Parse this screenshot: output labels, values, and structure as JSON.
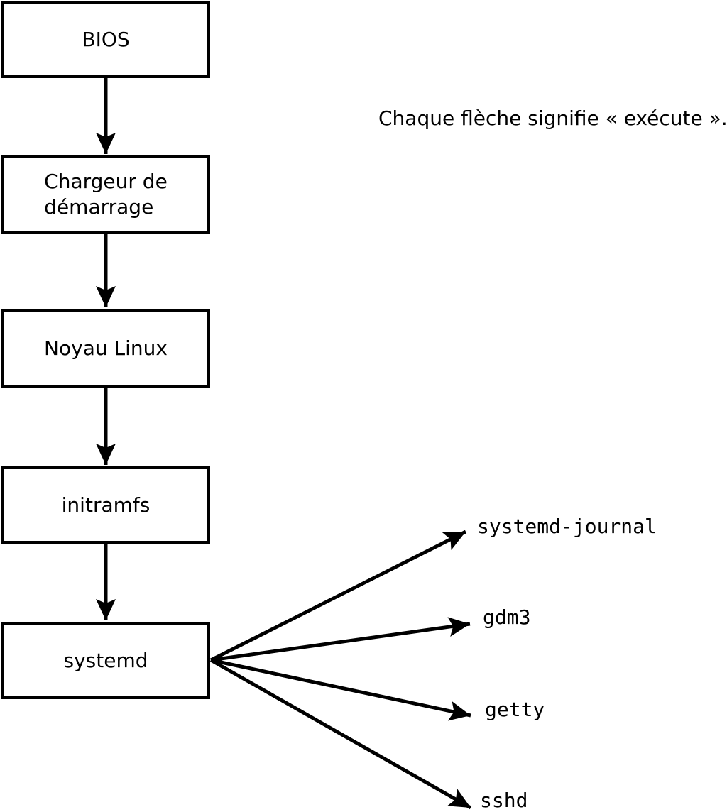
{
  "annotation": {
    "text": "Chaque flèche signifie « exécute »."
  },
  "nodes": [
    {
      "id": "bios",
      "label": "BIOS"
    },
    {
      "id": "bootloader",
      "label": "Chargeur de\ndémarrage"
    },
    {
      "id": "kernel",
      "label": "Noyau Linux"
    },
    {
      "id": "initramfs",
      "label": "initramfs"
    },
    {
      "id": "systemd",
      "label": "systemd"
    }
  ],
  "targets": [
    {
      "id": "systemd-journal",
      "label": "systemd-journal"
    },
    {
      "id": "gdm3",
      "label": "gdm3"
    },
    {
      "id": "getty",
      "label": "getty"
    },
    {
      "id": "sshd",
      "label": "sshd"
    }
  ],
  "edges": [
    {
      "from": "bios",
      "to": "bootloader"
    },
    {
      "from": "bootloader",
      "to": "kernel"
    },
    {
      "from": "kernel",
      "to": "initramfs"
    },
    {
      "from": "initramfs",
      "to": "systemd"
    },
    {
      "from": "systemd",
      "to": "systemd-journal"
    },
    {
      "from": "systemd",
      "to": "gdm3"
    },
    {
      "from": "systemd",
      "to": "getty"
    },
    {
      "from": "systemd",
      "to": "sshd"
    }
  ],
  "colors": {
    "stroke": "#000000",
    "background": "#ffffff"
  }
}
